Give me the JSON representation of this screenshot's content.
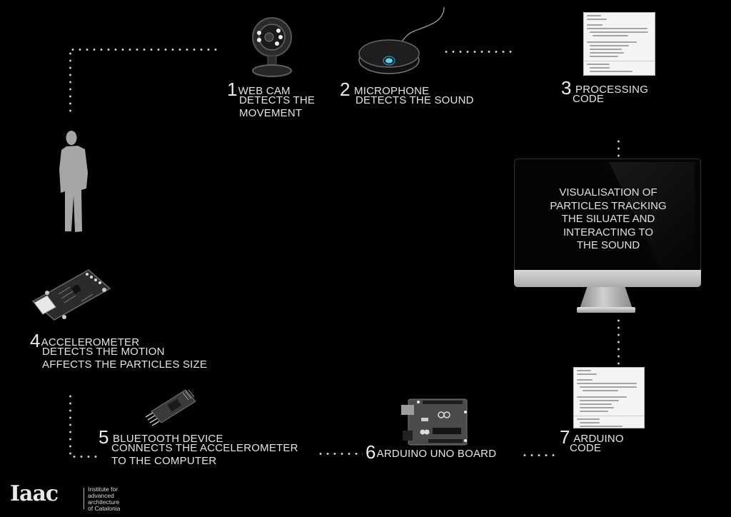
{
  "diagram": {
    "background": "#000000",
    "text_color": "#e4e4e4",
    "connector_color": "#cfcfcf"
  },
  "steps": [
    {
      "number": "1",
      "title": "WEB CAM",
      "lines": [
        "DETECTS THE",
        "MOVEMENT"
      ],
      "device": "webcam"
    },
    {
      "number": "2",
      "title": "MICROPHONE",
      "lines": [
        "DETECTS THE SOUND"
      ],
      "device": "microphone"
    },
    {
      "number": "3",
      "title": "PROCESSING",
      "lines": [
        "CODE"
      ],
      "device": "processing-code-screenshot"
    },
    {
      "number": "4",
      "title": "ACCELEROMETER",
      "lines": [
        "DETECTS THE MOTION",
        "AFFECTS THE PARTICLES SIZE"
      ],
      "device": "accelerometer-board"
    },
    {
      "number": "5",
      "title": "BLUETOOTH DEVICE",
      "lines": [
        "CONNECTS THE ACCELEROMETER",
        "TO THE COMPUTER"
      ],
      "device": "bluetooth-module"
    },
    {
      "number": "6",
      "title": "ARDUINO UNO BOARD",
      "lines": [],
      "device": "arduino-uno"
    },
    {
      "number": "7",
      "title": "ARDUINO",
      "lines": [
        "CODE"
      ],
      "device": "arduino-code-screenshot"
    }
  ],
  "monitor": {
    "text_lines": [
      "VISUALISATION OF",
      "PARTICLES TRACKING",
      "THE SILUATE AND",
      "INTERACTING TO",
      "THE SOUND"
    ]
  },
  "logo": {
    "mark": "Iaac",
    "lines": [
      "Institute for",
      "advanced",
      "architecture",
      "of Catalonia"
    ]
  }
}
